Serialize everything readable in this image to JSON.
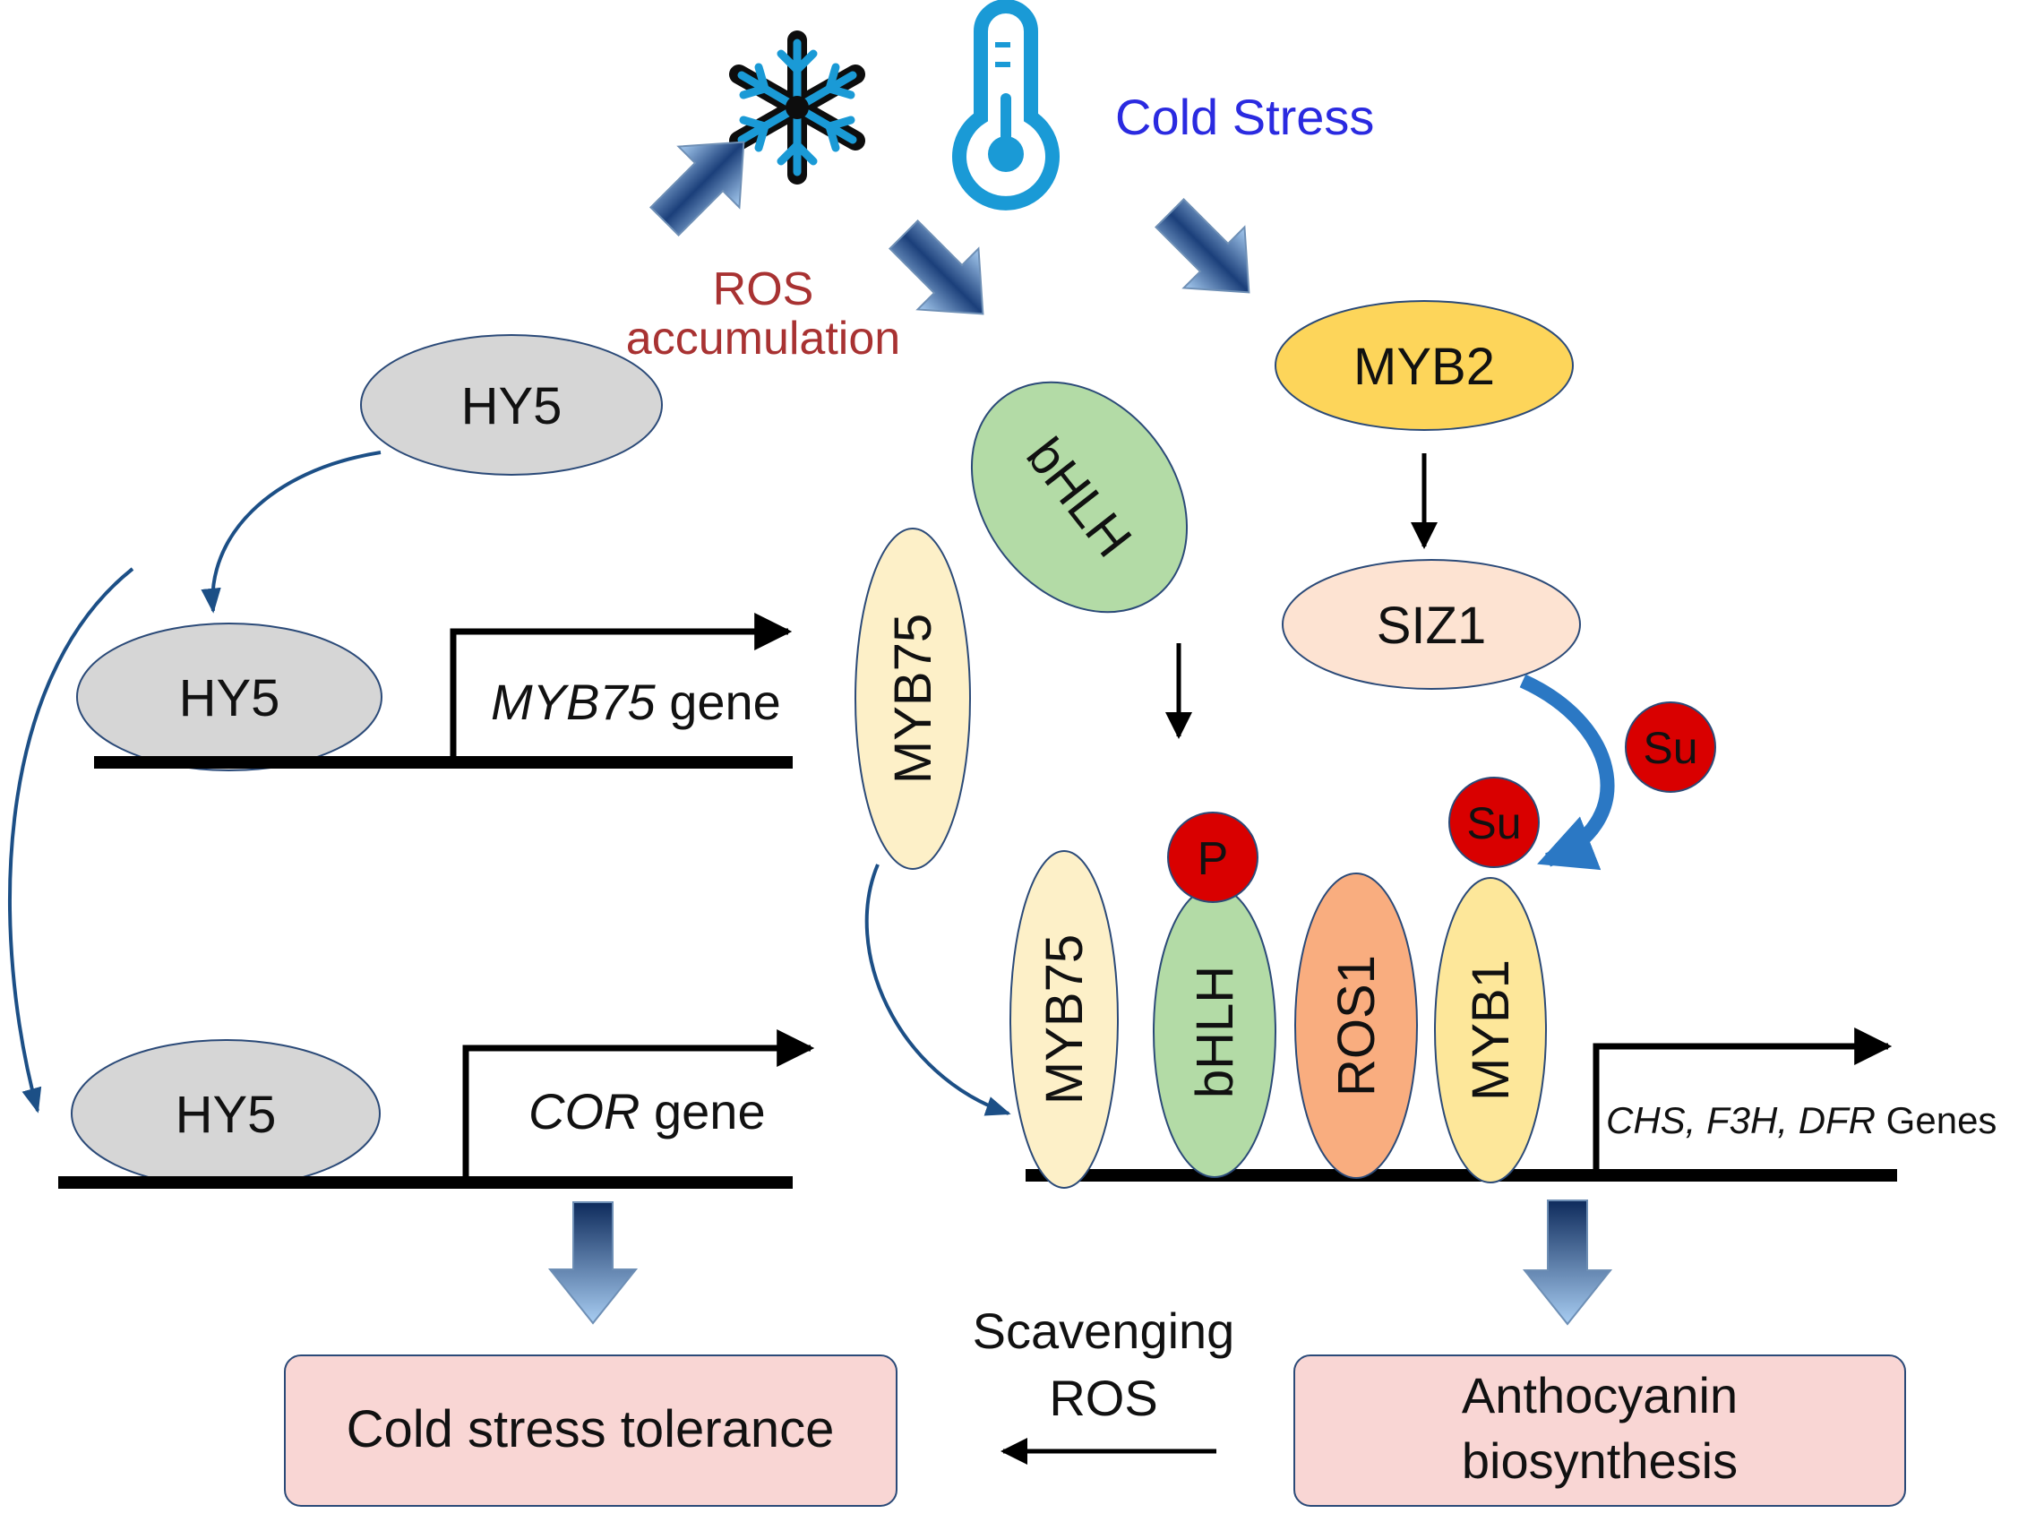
{
  "header": {
    "title": "Cold Stress",
    "title_color": "#2a2ae0",
    "icons": [
      "snowflake-icon",
      "thermometer-icon"
    ],
    "icon_color": "#1a9ad6"
  },
  "ros_accumulation": {
    "line1": "ROS",
    "line2": "accumulation",
    "color": "#a83232"
  },
  "left": {
    "hy5_top": "HY5",
    "hy5_mid": "HY5",
    "hy5_bottom": "HY5",
    "myb75_gene_italic": "MYB75",
    "myb75_gene_suffix": " gene",
    "cor_gene_italic": "COR",
    "cor_gene_suffix": " gene",
    "outcome": "Cold stress tolerance"
  },
  "middle": {
    "bhlh_top": "bHLH",
    "myb75_free": "MYB75"
  },
  "right": {
    "myb2": "MYB2",
    "siz1": "SIZ1",
    "su_free": "Su"
  },
  "complex": {
    "myb75": "MYB75",
    "bhlh": "bHLH",
    "ros1": "ROS1",
    "myb1": "MYB1",
    "phospho": "P",
    "sumo": "Su",
    "genes_italic": "CHS, F3H, DFR",
    "genes_suffix": " Genes"
  },
  "bottom": {
    "scavenging_line1": "Scavenging",
    "scavenging_line2": "ROS",
    "anthocyanin_line1": "Anthocyanin",
    "anthocyanin_line2": "biosynthesis"
  },
  "colors": {
    "hy5": "#d6d6d6",
    "bhlh": "#b3dba6",
    "myb75": "#fdf0c8",
    "myb2": "#fdd55a",
    "siz1": "#fde3d2",
    "ros1": "#f9ad7f",
    "myb1": "#fde79a",
    "modifier": "#d90000",
    "outcome_box": "#f9d6d4",
    "block_arrow_dark": "#0e2b5c",
    "block_arrow_light": "#a8cdf2",
    "curve_arrow": "#1c4f86",
    "sumo_arrow": "#2b78c4"
  }
}
